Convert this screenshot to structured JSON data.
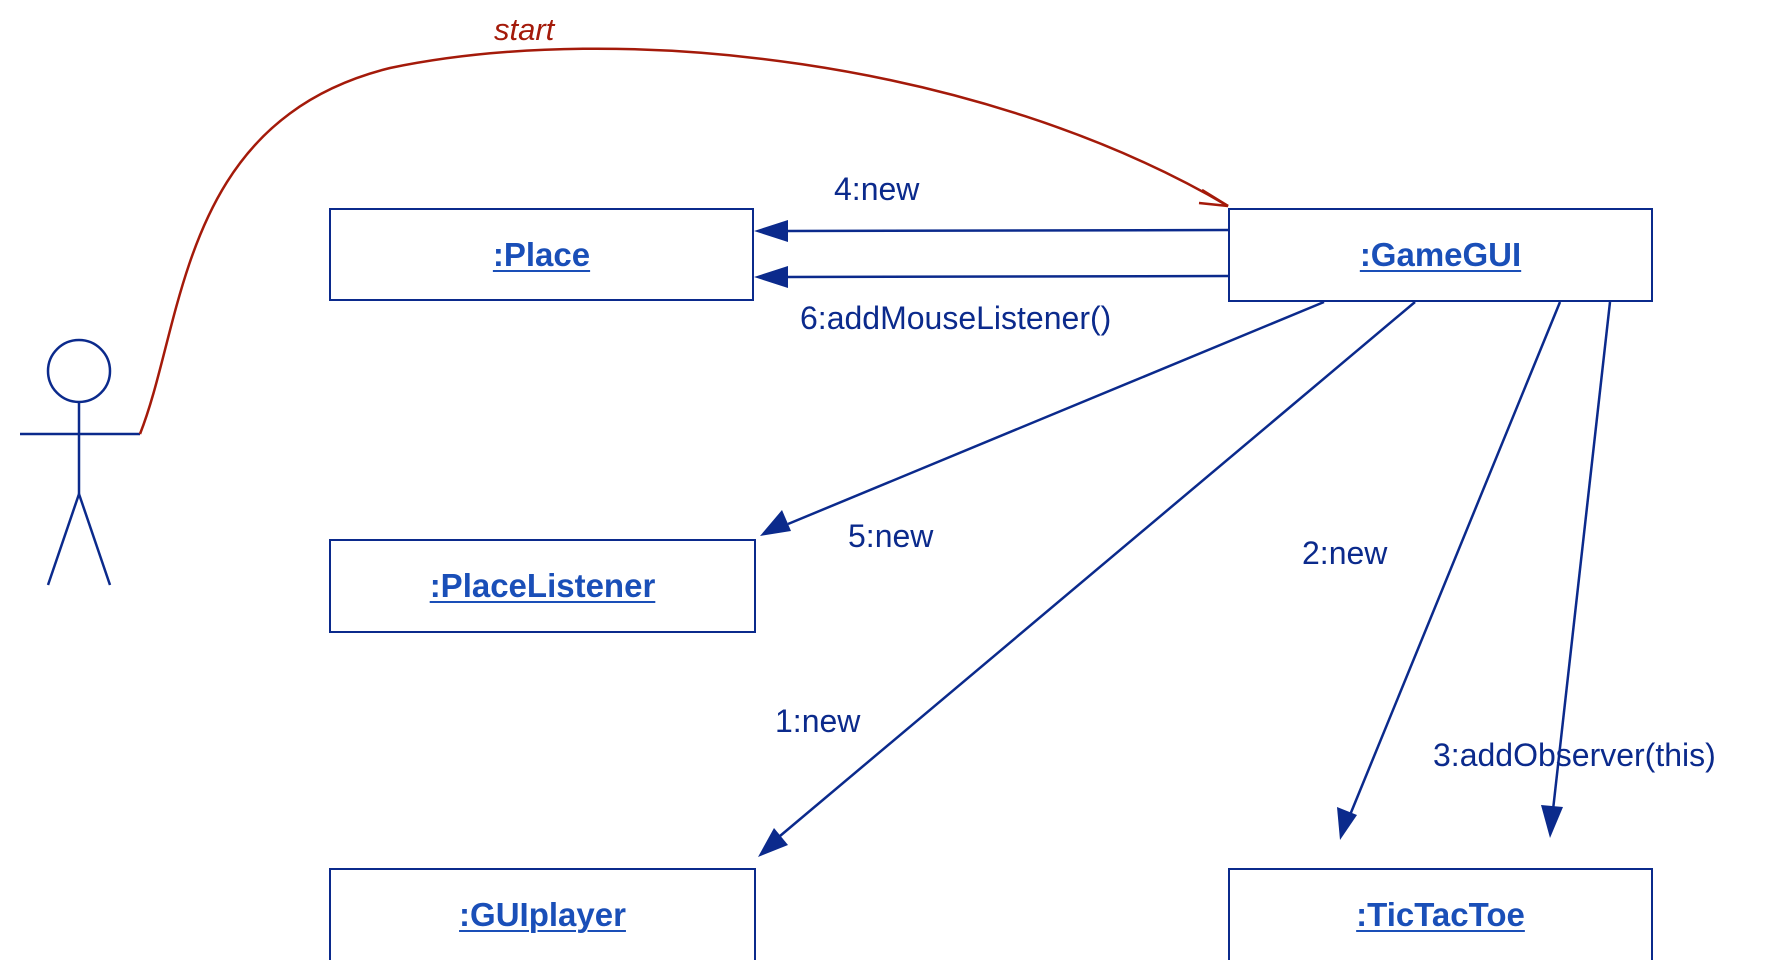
{
  "colors": {
    "box_border": "#0b2a8c",
    "box_label": "#1a4fb8",
    "arrow": "#0b2a8c",
    "start_arrow": "#a41a0a"
  },
  "actor": {
    "icon": "stick-figure-actor-icon"
  },
  "start": {
    "label": "start"
  },
  "objects": {
    "place": ":Place",
    "gamegui": ":GameGUI",
    "placelistener": ":PlaceListener",
    "guiplayer": ":GUIplayer",
    "tictactoe": ":TicTacToe"
  },
  "messages": {
    "m1": "1:new",
    "m2": "2:new",
    "m3": "3:addObserver(this)",
    "m4": "4:new",
    "m5": "5:new",
    "m6": "6:addMouseListener()"
  }
}
